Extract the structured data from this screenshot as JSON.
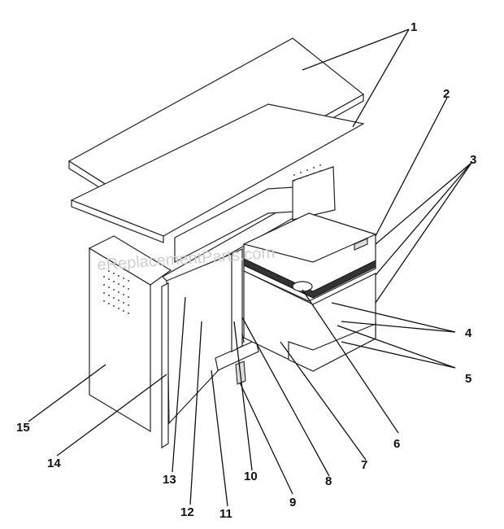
{
  "diagram": {
    "watermark": "eReplacementParts.com"
  },
  "callouts": [
    "1",
    "2",
    "3",
    "4",
    "5",
    "6",
    "7",
    "8",
    "9",
    "10",
    "11",
    "12",
    "13",
    "14",
    "15"
  ]
}
